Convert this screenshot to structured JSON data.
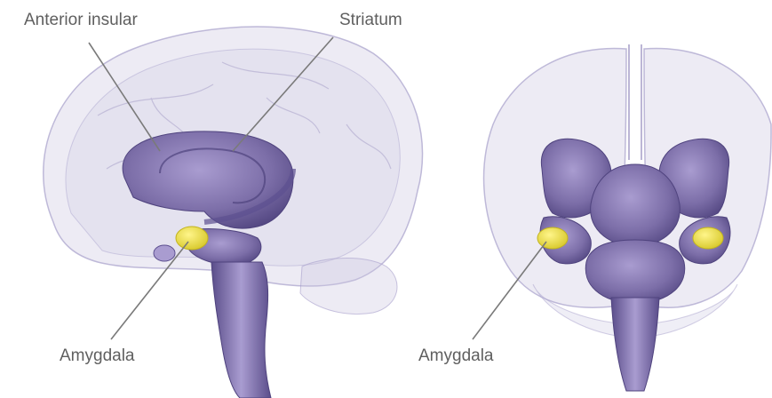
{
  "labels": {
    "anterior_insular": "Anterior insular",
    "striatum": "Striatum",
    "amygdala_sagittal": "Amygdala",
    "amygdala_coronal": "Amygdala"
  },
  "colors": {
    "brain_shell": "#cbc6e0",
    "brain_shell_stroke": "#a79fcb",
    "deep_structure": "#7c6ea8",
    "deep_structure_dark": "#4f437e",
    "amygdala": "#eee34a",
    "leader_line": "#7a7a7a",
    "label_text": "#5f5f5f"
  }
}
